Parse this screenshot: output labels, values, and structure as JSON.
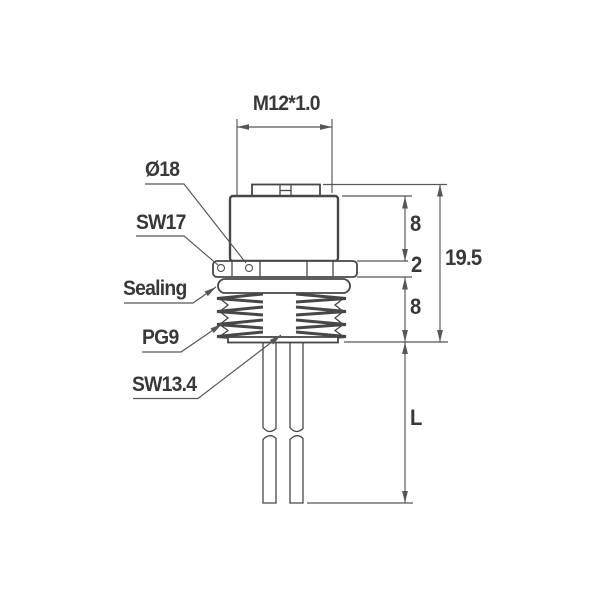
{
  "callouts": {
    "thread_spec": "M12*1.0",
    "flange_diameter": "Ø18",
    "hex_flats_top": "SW17",
    "sealing": "Sealing",
    "gland_thread": "PG9",
    "hex_flats_bottom": "SW13.4"
  },
  "dimensions": {
    "upper_body_height": "8",
    "flange_thickness": "2",
    "lower_thread_length": "8",
    "overall_length": "19.5",
    "wire_length": "L"
  },
  "colors": {
    "line-color": "#474747",
    "dim-color": "#565656",
    "text-color": "#383838",
    "bg-color": "#ffffff"
  }
}
